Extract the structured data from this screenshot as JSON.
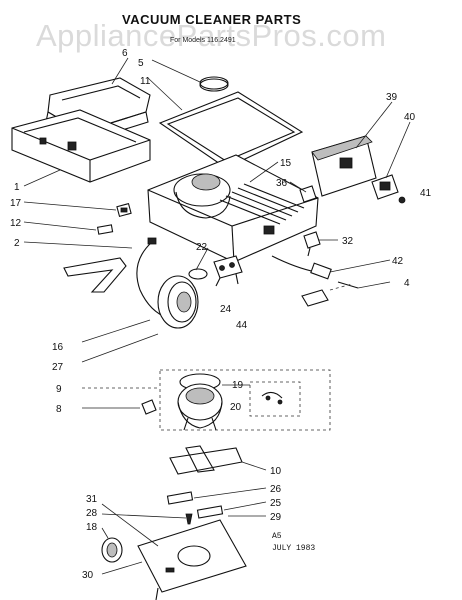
{
  "watermark": "AppliancePartsPros.com",
  "title": "VACUUM CLEANER PARTS",
  "subtitle": "For Models 116.2491",
  "footer": {
    "line1": "A5",
    "line2": "JULY 1983"
  },
  "callouts": {
    "c6": "6",
    "c5": "5",
    "c11": "11",
    "c39": "39",
    "c40": "40",
    "c15": "15",
    "c36": "36",
    "c41": "41",
    "c1": "1",
    "c17": "17",
    "c12": "12",
    "c2": "2",
    "c22": "22",
    "c32": "32",
    "c42": "42",
    "c4": "4",
    "c24": "24",
    "c44": "44",
    "c16": "16",
    "c27": "27",
    "c19": "19",
    "c9": "9",
    "c20": "20",
    "c8": "8",
    "c10": "10",
    "c26": "26",
    "c25": "25",
    "c29": "29",
    "c31": "31",
    "c28": "28",
    "c18": "18",
    "c30": "30"
  }
}
